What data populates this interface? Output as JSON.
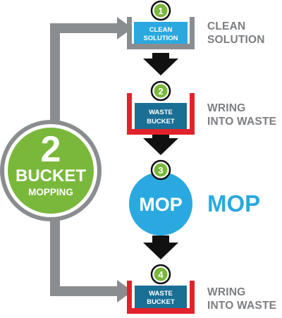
{
  "hub": {
    "number": "2",
    "line1": "BUCKET",
    "line2": "MOPPING"
  },
  "steps": [
    {
      "number": "1",
      "bucket_text": [
        "CLEAN",
        "SOLUTION"
      ],
      "label": "CLEAN\nSOLUTION"
    },
    {
      "number": "2",
      "bucket_text": [
        "WASTE",
        "BUCKET"
      ],
      "label": "WRING\nINTO WASTE"
    },
    {
      "number": "3",
      "mop_text": "MOP",
      "label": "MOP"
    },
    {
      "number": "4",
      "bucket_text": [
        "WASTE",
        "BUCKET"
      ],
      "label": "WRING\nINTO WASTE"
    }
  ],
  "colors": {
    "gray": "#8a8d90",
    "green": "#7ab83c",
    "blue": "#29a9df",
    "red": "#e2222b",
    "dark_blue": "#1a6f95",
    "black": "#111111",
    "label_gray": "#7b7e82"
  }
}
